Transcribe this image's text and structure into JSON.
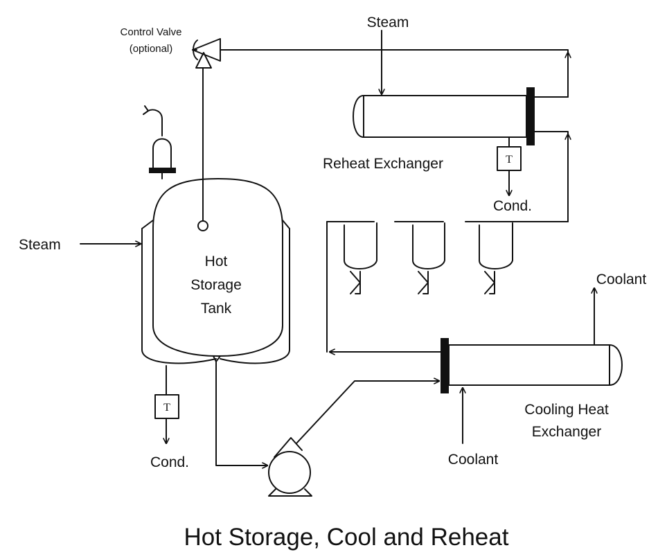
{
  "labels": {
    "control_valve_line1": "Control Valve",
    "control_valve_line2": "(optional)",
    "steam_top": "Steam",
    "steam_left": "Steam",
    "reheat_exchanger": "Reheat Exchanger",
    "cond_upper": "Cond.",
    "cond_lower": "Cond.",
    "tank_line1": "Hot",
    "tank_line2": "Storage",
    "tank_line3": "Tank",
    "coolant_top": "Coolant",
    "coolant_bottom": "Coolant",
    "cooling_hx_line1": "Cooling Heat",
    "cooling_hx_line2": "Exchanger",
    "trap_upper": "T",
    "trap_lower": "T"
  },
  "title": "Hot Storage, Cool and Reheat"
}
